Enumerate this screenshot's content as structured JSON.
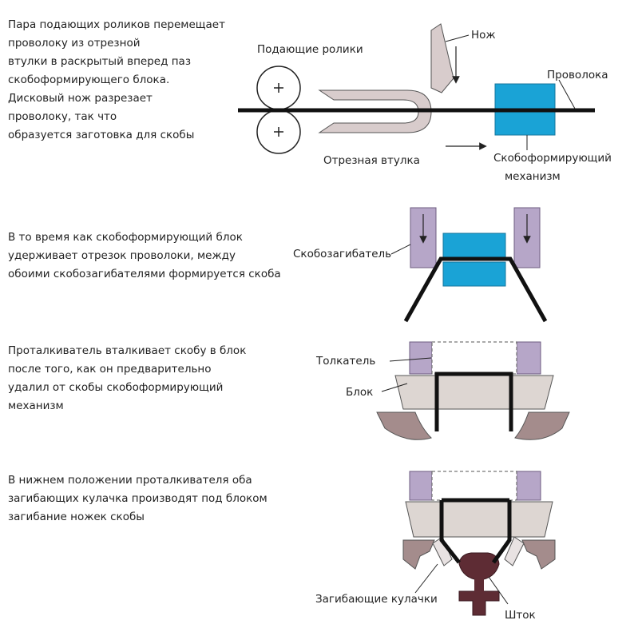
{
  "steps": [
    {
      "text": "Пара подающих роликов перемещает\nпроволоку из отрезной\nвтулки в раскрытый вперед  паз\nскобоформирующего блока.\nДисковый нож разрезает\nпроволоку, так что\nобразуется заготовка для скобы",
      "labels": {
        "rollers": "Подающие ролики",
        "knife": "Нож",
        "wire": "Проволока",
        "bushing": "Отрезная втулка",
        "mechanism_line1": "Скобоформирующий",
        "mechanism_line2": "механизм"
      }
    },
    {
      "text": "В то время как скобоформирующий блок\nудерживает отрезок проволоки, между\nобоими скобозагибателями формируется скоба",
      "labels": {
        "bender": "Скобозагибатель"
      }
    },
    {
      "text": "Проталкиватель вталкивает скобу в блок\nпосле того, как он предварительно\nудалил от скобы скобоформирующий\nмеханизм",
      "labels": {
        "pusher": "Толкатель",
        "block": "Блок"
      }
    },
    {
      "text": "В нижнем положении проталкивателя оба\nзагибающих кулачка производят под блоком\nзагибание ножек скобы",
      "labels": {
        "cams": "Загибающие кулачки",
        "rod": "Шток"
      }
    }
  ],
  "colors": {
    "mechanism": "#1aa3d6",
    "bender": "#b6a6c8",
    "block": "#ddd6d2",
    "support": "#a48c8c",
    "rod": "#5e2c34",
    "bushing": "#d8cccc"
  }
}
